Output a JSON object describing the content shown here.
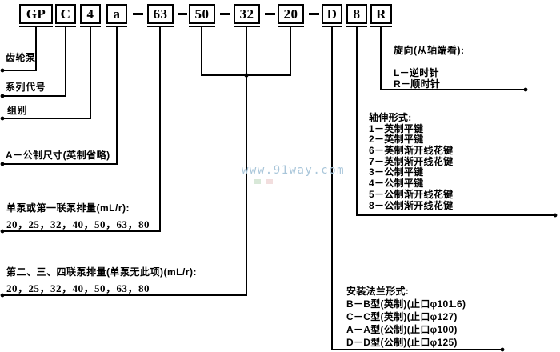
{
  "code": {
    "full_code": "GPC4a-63-50-32-20-D8R",
    "boxes": [
      {
        "id": "gp",
        "label": "GP"
      },
      {
        "id": "c",
        "label": "C"
      },
      {
        "id": "4",
        "label": "4"
      },
      {
        "id": "a",
        "label": "a"
      },
      {
        "id": "63",
        "label": "63"
      },
      {
        "id": "50",
        "label": "50"
      },
      {
        "id": "32",
        "label": "32"
      },
      {
        "id": "20",
        "label": "20"
      },
      {
        "id": "d",
        "label": "D"
      },
      {
        "id": "8",
        "label": "8"
      },
      {
        "id": "r",
        "label": "R"
      }
    ]
  },
  "annotations": {
    "gear_pump": "齿轮泵",
    "series_code": "系列代号",
    "group": "组别",
    "metric_size": "A－公制尺寸(英制省略)",
    "single_pump_title": "单泵或第一联泵排量(mL/r):",
    "single_pump_values": "20，25，32，40，50，63，80",
    "multi_pump_title": "第二、三、四联泵排量(单泵无此项)(mL/r):",
    "multi_pump_values": "20，25，32，40，50，63，80",
    "rotation_title": "旋向(从轴端看):",
    "rotation_items": [
      "L－逆时针",
      "R－顺时针"
    ],
    "shaft_title": "轴伸形式:",
    "shaft_items": [
      "1－英制平键",
      "2－英制平键",
      "6－英制渐开线花键",
      "7－英制渐开线花键",
      "3－公制平键",
      "4－公制平键",
      "5－公制渐开线花键",
      "8－公制渐开线花键"
    ],
    "flange_title": "安装法兰形式:",
    "flange_items": [
      "B－B型(英制)(止口φ101.6)",
      "C－C型(英制)(止口φ127)",
      "A－A型(公制)(止口φ100)",
      "D－D型(公制)(止口φ125)"
    ]
  },
  "watermark": {
    "text": "www.91way.com",
    "color": "#a9c6da"
  },
  "colors": {
    "line": "#000000",
    "text": "#000000",
    "background": "#ffffff"
  }
}
